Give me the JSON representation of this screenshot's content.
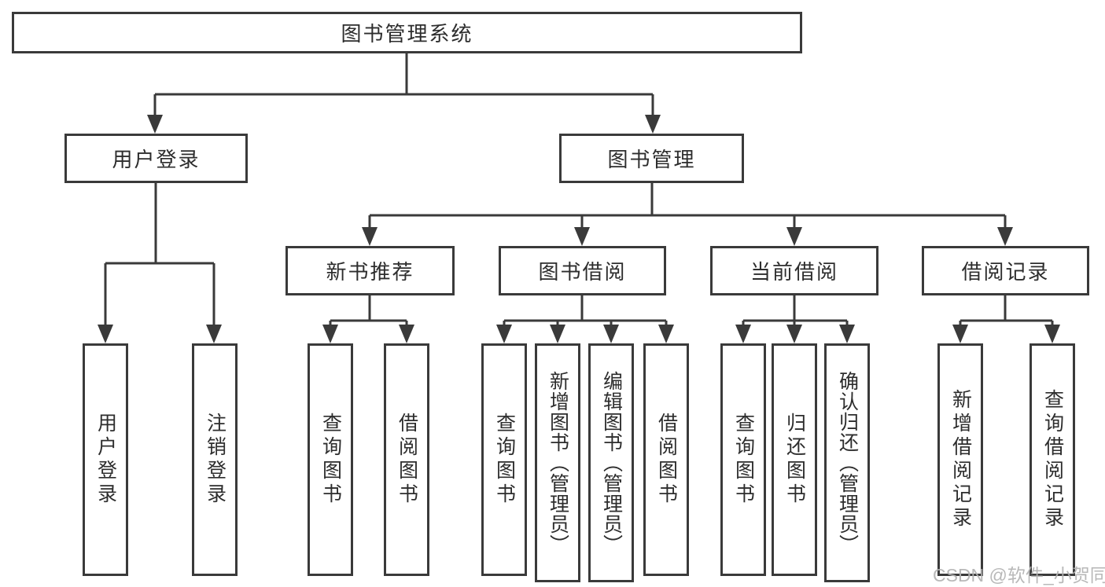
{
  "nodes": {
    "root": "图书管理系统",
    "user_login": "用户登录",
    "book_mgmt": "图书管理",
    "new_book_rec": "新书推荐",
    "book_borrow": "图书借阅",
    "current_borrow": "当前借阅",
    "borrow_records": "借阅记录",
    "leaf_user_login": "用户登录",
    "leaf_logout": "注销登录",
    "leaf_nbr_query": "查询图书",
    "leaf_nbr_borrow": "借阅图书",
    "leaf_bb_query": "查询图书",
    "leaf_bb_add": "新增图书（管理员）",
    "leaf_bb_edit": "编辑图书（管理员）",
    "leaf_bb_borrow": "借阅图书",
    "leaf_cb_query": "查询图书",
    "leaf_cb_return": "归还图书",
    "leaf_cb_confirm": "确认归还（管理员）",
    "leaf_br_add": "新增借阅记录",
    "leaf_br_query": "查询借阅记录"
  },
  "watermark": "CSDN @软件_小贺同学",
  "colors": {
    "line": "#3a3a3a",
    "text": "#2d2d2d",
    "watermark": "#b3b3b3",
    "background": "#ffffff"
  }
}
